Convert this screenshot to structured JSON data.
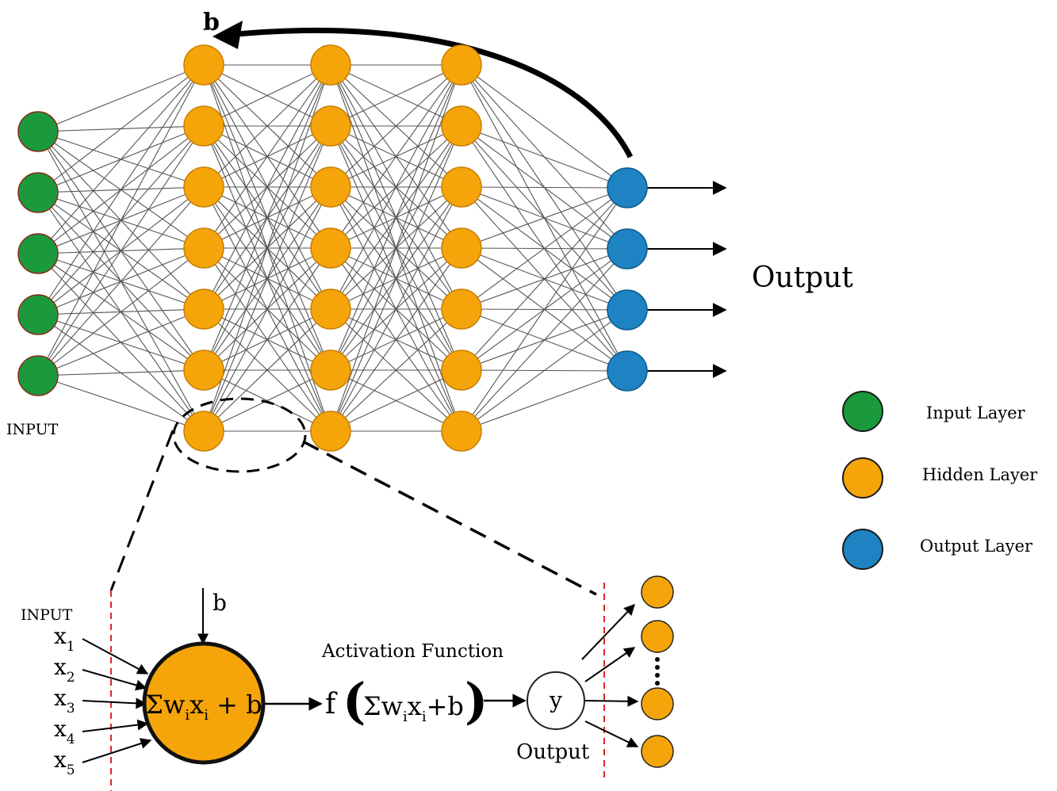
{
  "network": {
    "layer_sizes": [
      5,
      7,
      7,
      7,
      4
    ],
    "layer_kinds": [
      "input",
      "hidden",
      "hidden",
      "hidden",
      "output"
    ],
    "input_label": "INPUT",
    "output_label": "Output",
    "bias_label": "b"
  },
  "legend": [
    {
      "kind": "input",
      "label": "Input Layer"
    },
    {
      "kind": "hidden",
      "label": "Hidden Layer"
    },
    {
      "kind": "output",
      "label": "Output Layer"
    }
  ],
  "neuron": {
    "input_label": "INPUT",
    "inputs": [
      {
        "base": "x",
        "sub": "1"
      },
      {
        "base": "x",
        "sub": "2"
      },
      {
        "base": "x",
        "sub": "3"
      },
      {
        "base": "x",
        "sub": "4"
      },
      {
        "base": "x",
        "sub": "5"
      }
    ],
    "bias_label": "b",
    "sum_parts": {
      "sigma": "Σ",
      "w": "w",
      "w_sub": "i",
      "x": "x",
      "x_sub": "i",
      "tail": " + b"
    },
    "activation_title": "Activation Function",
    "activation_f": "f",
    "activation_parts": {
      "sigma": "Σ",
      "w": "w",
      "w_sub": "i",
      "x": "x",
      "x_sub": "i",
      "tail": "+b"
    },
    "y_label": "y",
    "output_label": "Output",
    "next_layer_count": 4
  },
  "colors": {
    "input": "#1a9a3c",
    "hidden": "#f5a50a",
    "output": "#1d83c2",
    "edge": "#555555",
    "dash_red": "#e0242a"
  }
}
